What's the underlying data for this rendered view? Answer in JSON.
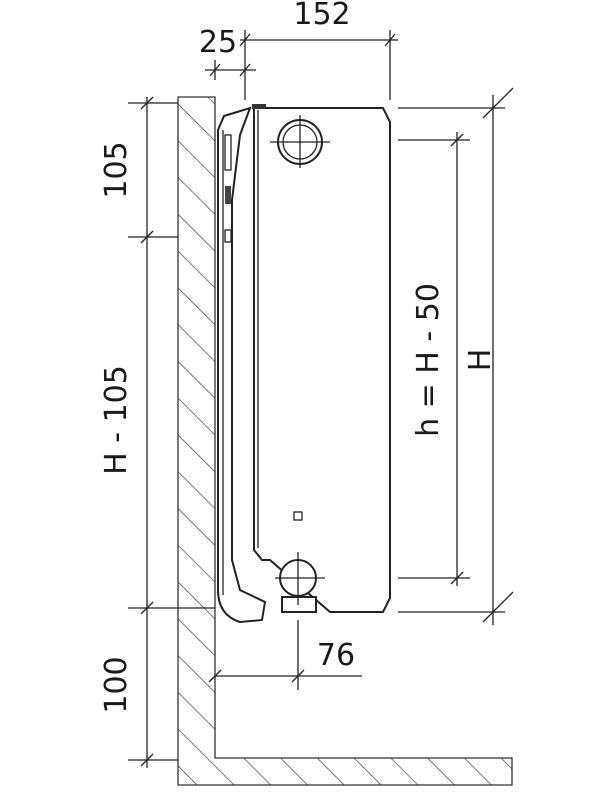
{
  "dimensions": {
    "depth_total": "152",
    "wall_gap": "25",
    "top_offset": "105",
    "middle_height": "H - 105",
    "bottom_offset": "100",
    "connection_height": "h = H - 50",
    "total_height": "H",
    "connection_offset": "76"
  },
  "colors": {
    "line": "#222222",
    "hatch": "#333333"
  }
}
